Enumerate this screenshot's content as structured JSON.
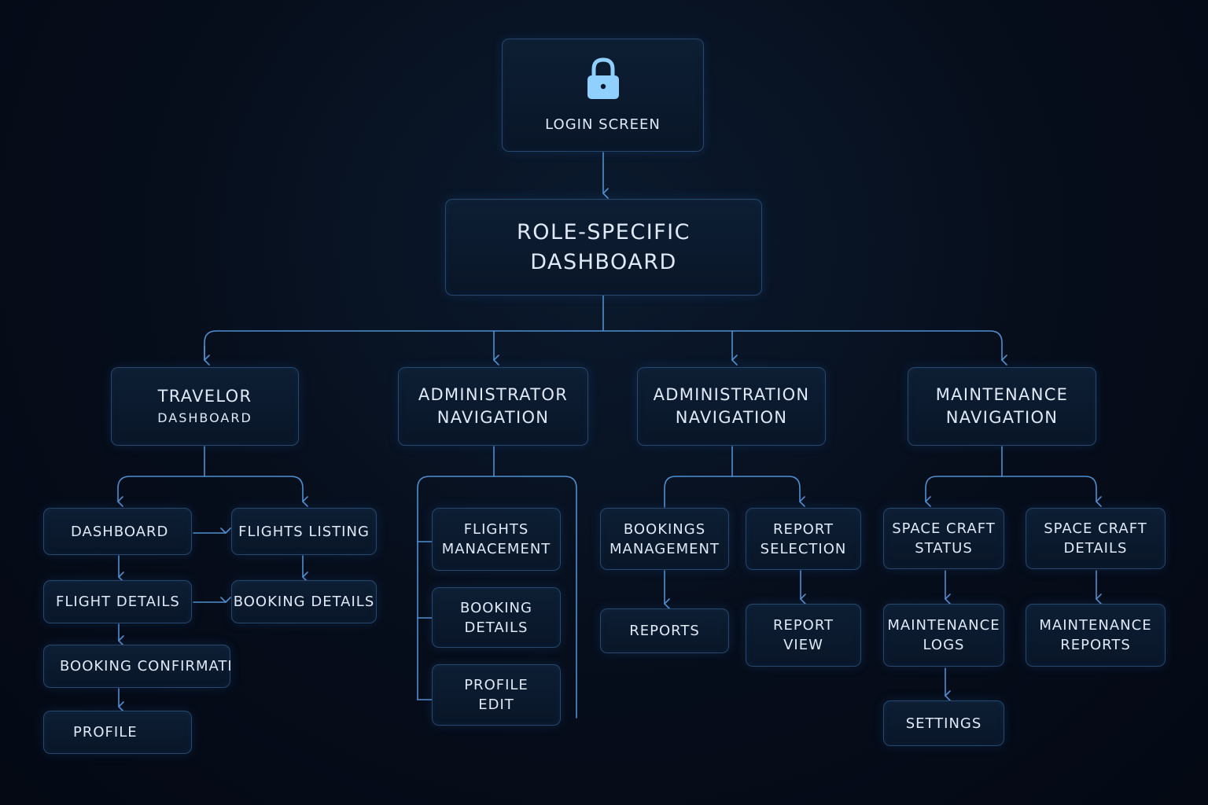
{
  "root": {
    "label": "LOGIN SCREEN",
    "icon": "lock-icon"
  },
  "dashboard": {
    "line1": "ROLE-SPECIFIC",
    "line2": "DASHBOARD"
  },
  "branches": {
    "traveler": {
      "title": "TRAVELOR",
      "subtitle": "DASHBOARD",
      "items": {
        "dashboard": "DASHBOARD",
        "flights_listing": "FLIGHTS LISTING",
        "flight_details": "FLIGHT DETAILS",
        "booking_details": "BOOKING DETAILS",
        "booking_confirmation": "BOOKING CONFIRMATI",
        "profile": "PROFILE"
      }
    },
    "administrator": {
      "line1": "ADMINISTRATOR",
      "line2": "NAVIGATION",
      "items": {
        "flights_management": [
          "FLIGHTS",
          "MANACEMENT"
        ],
        "booking_details": [
          "BOOKING",
          "DETAILS"
        ],
        "profile_edit": [
          "PROFILE",
          "EDIT"
        ]
      }
    },
    "administration": {
      "line1": "ADMINISTRATION",
      "line2": "NAVIGATION",
      "items": {
        "bookings_management": [
          "BOOKINGS",
          "MANAGEMENT"
        ],
        "report_selection": [
          "REPORT",
          "SELECTION"
        ],
        "reports": "REPORTS",
        "report_view": [
          "REPORT",
          "VIEW"
        ]
      }
    },
    "maintenance": {
      "line1": "MAINTENANCE",
      "line2": "NAVIGATION",
      "items": {
        "spacecraft_status": [
          "SPACE CRAFT",
          "STATUS"
        ],
        "spacecraft_details": [
          "SPACE CRAFT",
          "DETAILS"
        ],
        "maintenance_logs": [
          "MAINTENANCE",
          "LOGS"
        ],
        "maintenance_reports": [
          "MAINTENANCE",
          "REPORTS"
        ],
        "settings": "SETTINGS"
      }
    }
  },
  "colors": {
    "background": "#060d1a",
    "node_fill": "#0b1a2d",
    "node_border": "#27476c",
    "connector": "#4f8fd0",
    "text": "#dfe9f7",
    "lock": "#8fd0ff"
  }
}
